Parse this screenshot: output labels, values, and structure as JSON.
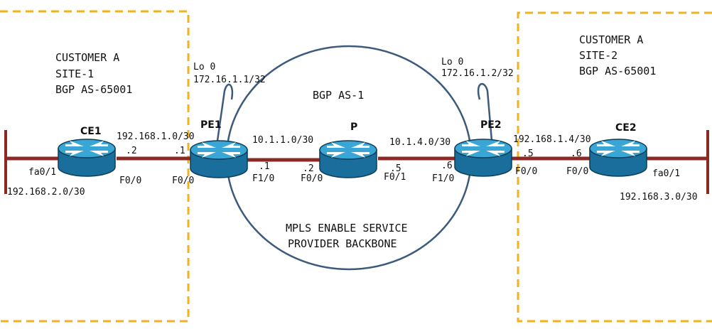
{
  "colors": {
    "link": "#8b2a22",
    "cloud": "#3c5a7c",
    "site_box": "#f2b21b",
    "router_top": "#39a6d6",
    "router_side": "#1a6e9c"
  },
  "site1": {
    "line1": "CUSTOMER A",
    "line2": "SITE-1",
    "line3": "BGP AS-65001"
  },
  "site2": {
    "line1": "CUSTOMER A",
    "line2": "SITE-2",
    "line3": "BGP AS-65001"
  },
  "backbone": {
    "as_label": "BGP AS-1",
    "line1": "MPLS ENABLE SERVICE",
    "line2": "PROVIDER BACKBONE"
  },
  "routers": {
    "ce1": {
      "name": "CE1",
      "lan_if": "fa0/1",
      "wan_if": "F0/0",
      "wan_ip": ".2",
      "lan_subnet": "192.168.2.0/30"
    },
    "pe1": {
      "name": "PE1",
      "loopback_label": "Lo 0",
      "loopback_ip": "172.16.1.1/32",
      "ce_if": "F0/0",
      "ce_ip": ".1",
      "core_if": "F1/0",
      "core_ip": ".1"
    },
    "p": {
      "name": "P",
      "if_left": "F0/0",
      "ip_left": ".2",
      "if_right": "F0/1",
      "ip_right": ".5"
    },
    "pe2": {
      "name": "PE2",
      "loopback_label": "Lo 0",
      "loopback_ip": "172.16.1.2/32",
      "core_if": "F1/0",
      "core_ip": ".6",
      "ce_if": "F0/0",
      "ce_ip": ".5"
    },
    "ce2": {
      "name": "CE2",
      "wan_if": "F0/0",
      "wan_ip": ".6",
      "lan_if": "fa0/1",
      "lan_subnet": "192.168.3.0/30"
    }
  },
  "links": {
    "ce1_pe1": "192.168.1.0/30",
    "pe1_p": "10.1.1.0/30",
    "p_pe2": "10.1.4.0/30",
    "pe2_ce2": "192.168.1.4/30"
  }
}
